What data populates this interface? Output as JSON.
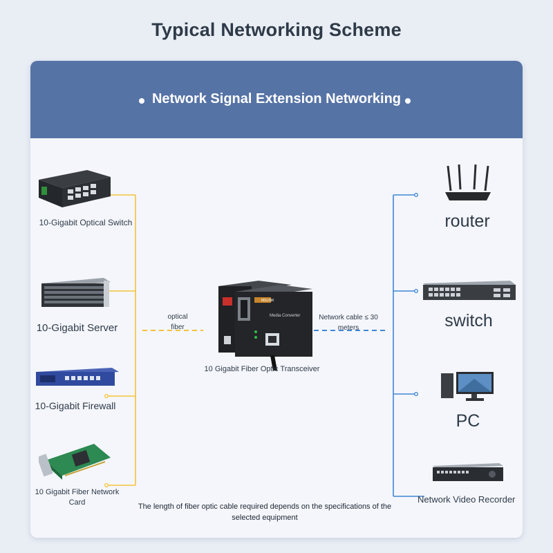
{
  "title": "Typical Networking Scheme",
  "banner": {
    "title": "Network Signal Extension Networking"
  },
  "left_devices": [
    {
      "name": "10-Gigabit Optical Switch",
      "icon": "optical-switch-icon"
    },
    {
      "name": "10-Gigabit Server",
      "icon": "server-icon"
    },
    {
      "name": "10-Gigabit Firewall",
      "icon": "firewall-icon"
    },
    {
      "name": "10 Gigabit Fiber Network Card",
      "icon": "network-card-icon"
    }
  ],
  "right_devices": [
    {
      "name": "router",
      "icon": "router-icon"
    },
    {
      "name": "switch",
      "icon": "switch-icon"
    },
    {
      "name": "PC",
      "icon": "pc-icon"
    },
    {
      "name": "Network Video Recorder",
      "icon": "nvr-icon"
    }
  ],
  "center": {
    "name": "10 Gigabit Fiber Optic Transceiver",
    "brand": "MSLINK",
    "model": "Media Converter"
  },
  "links": {
    "fiber_label": "optical fiber",
    "cable_label": "Network cable ≤ 30 meters"
  },
  "note": "The length of fiber optic cable required depends on the specifications of the selected equipment",
  "colors": {
    "banner": "#5673a6",
    "fiber_line": "#f3c23a",
    "cable_line": "#3f86d6",
    "text": "#2f3a48"
  }
}
